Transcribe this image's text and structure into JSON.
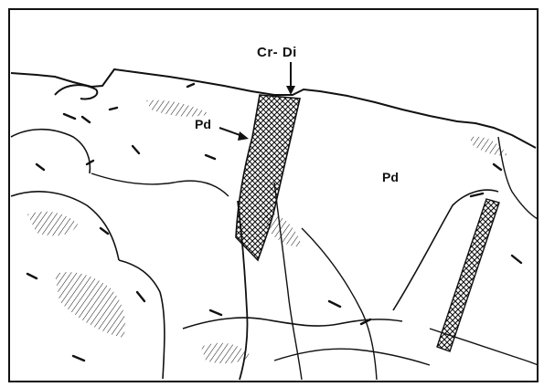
{
  "labels": {
    "cr_di": "Cr- Di",
    "pd_left": "Pd",
    "pd_right": "Pd"
  },
  "colors": {
    "ink": "#111111",
    "paper": "#ffffff"
  }
}
